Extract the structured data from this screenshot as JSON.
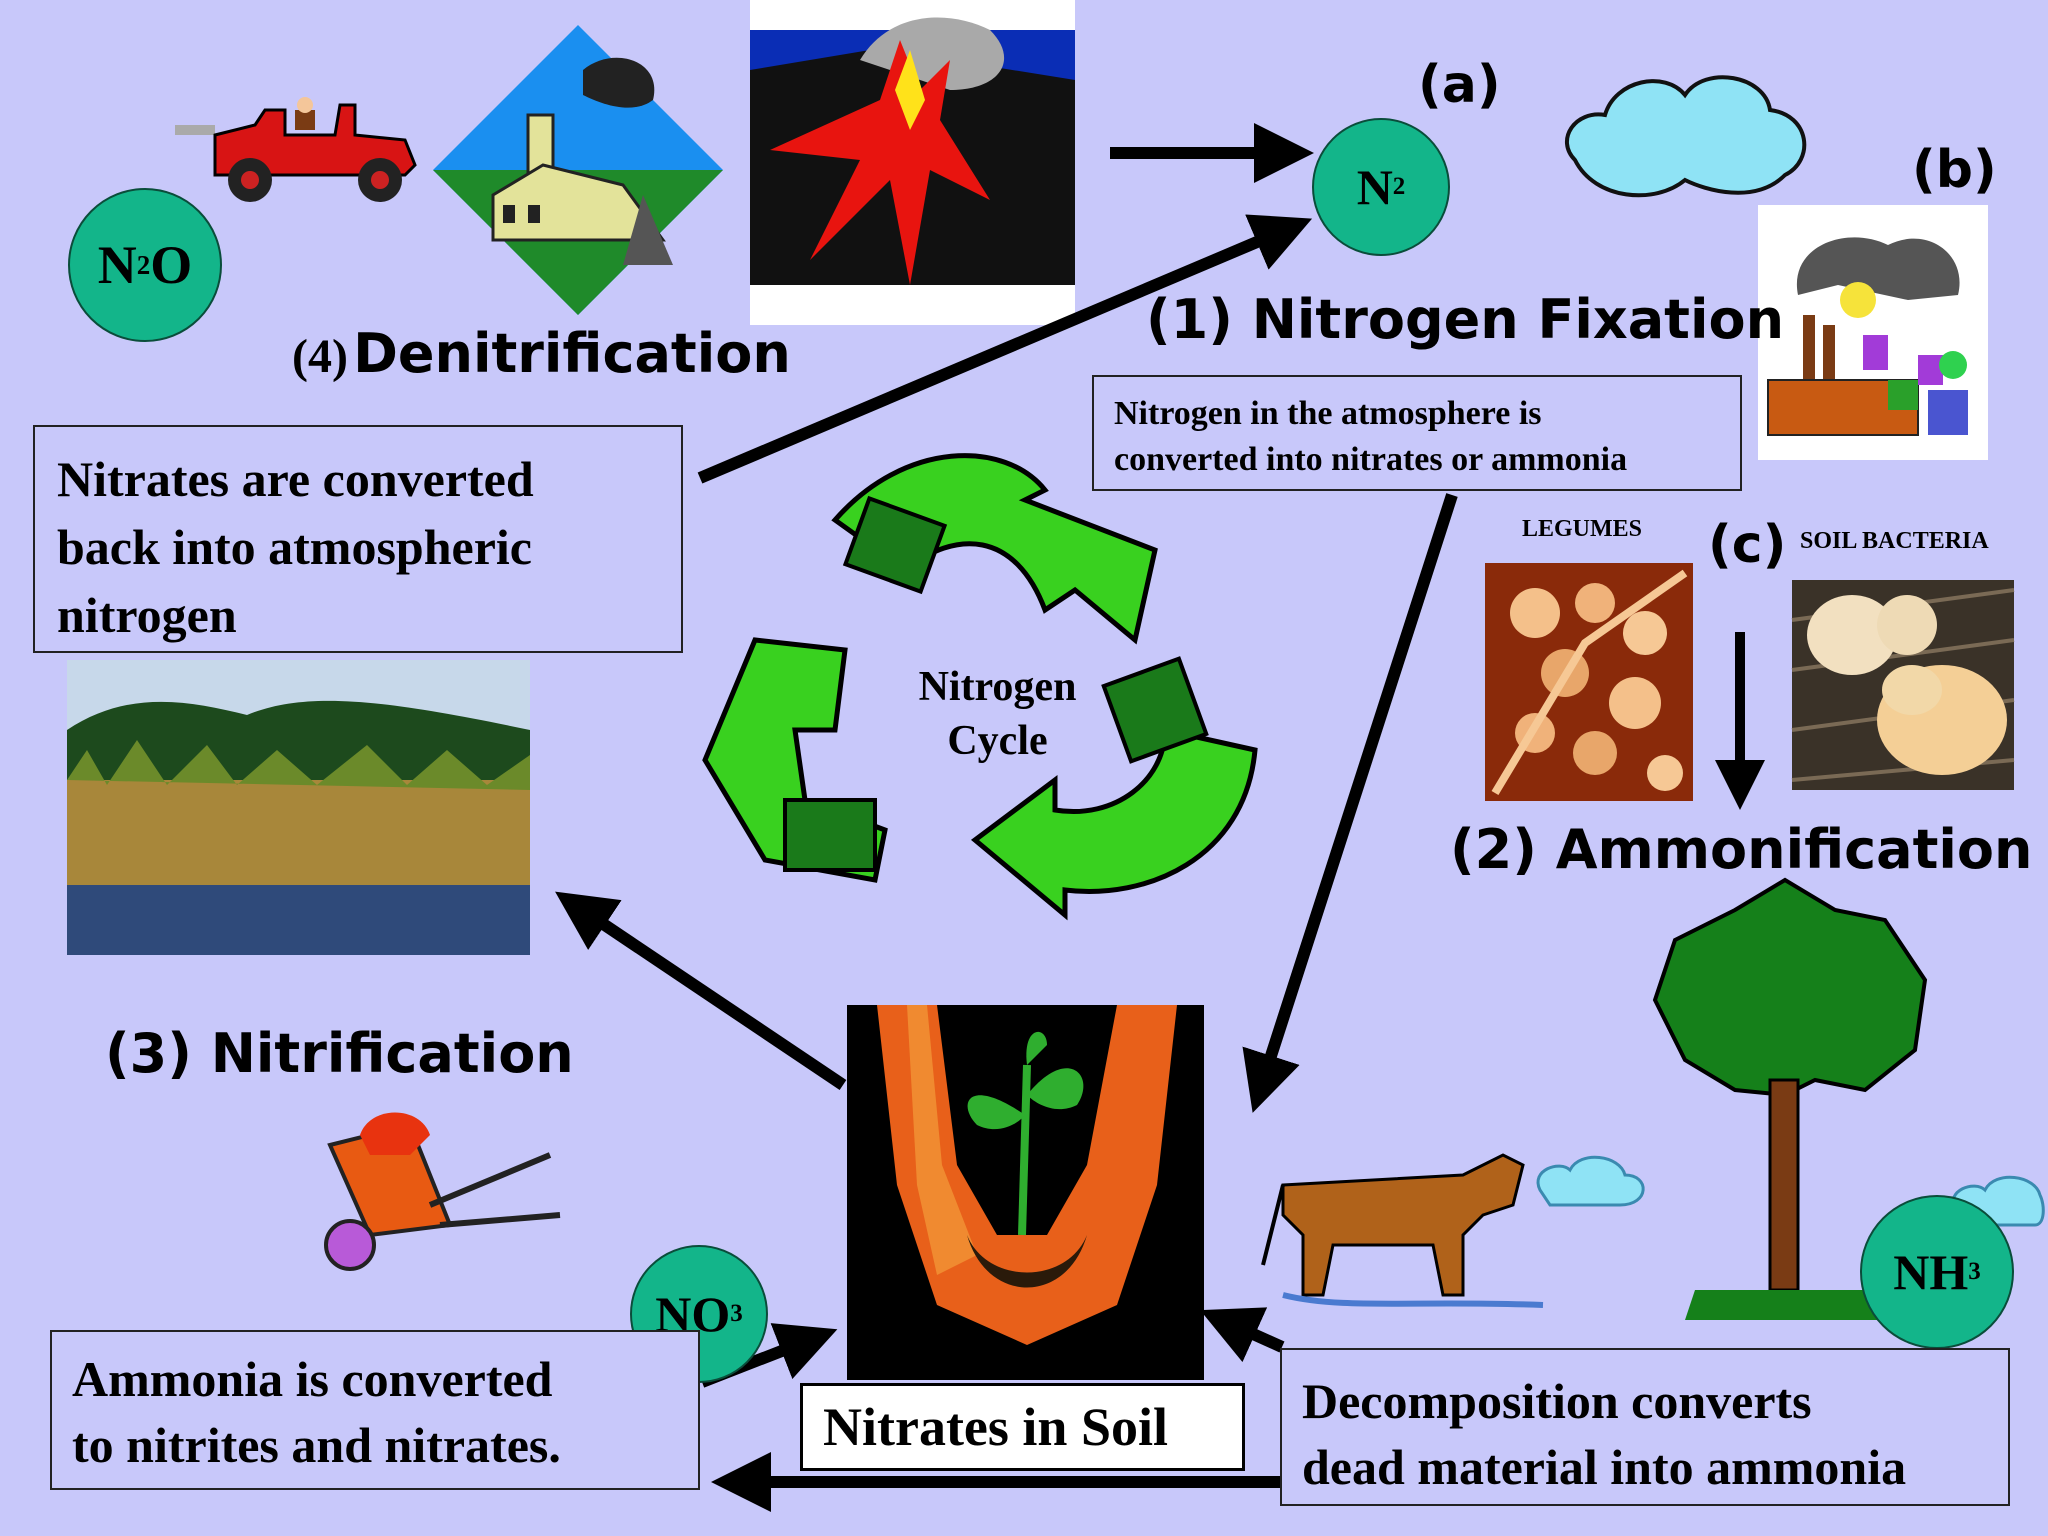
{
  "badges": {
    "n2o": {
      "main": "N",
      "sub": "2",
      "tail": "O"
    },
    "n2": {
      "main": "N",
      "sub": "2",
      "tail": ""
    },
    "no3": {
      "main": "NO",
      "sub": "3",
      "tail": ""
    },
    "nh3": {
      "main": "NH",
      "sub": "3",
      "tail": ""
    }
  },
  "labels": {
    "a": "(a)",
    "b": "(b)",
    "c": "(c)",
    "legumes": "LEGUMES",
    "soil_bacteria": "SOIL BACTERIA"
  },
  "steps": {
    "fixation_title": "(1) Nitrogen Fixation",
    "fixation_desc_line1": "Nitrogen in the atmosphere is",
    "fixation_desc_line2": "converted into nitrates or ammonia",
    "ammonification_title": "(2) Ammonification",
    "nitrification_title": "(3) Nitrification",
    "denitrification_num": "(4)",
    "denitrification_title": "Denitrification"
  },
  "boxes": {
    "denitrification_line1": "Nitrates are converted",
    "denitrification_line2": "back into atmospheric",
    "denitrification_line3": "nitrogen",
    "nitrification_line1": "Ammonia is converted",
    "nitrification_line2": "to nitrites and nitrates.",
    "decomposition_line1": "Decomposition converts",
    "decomposition_line2": "dead material into ammonia",
    "nitrates_soil": "Nitrates in Soil"
  },
  "center": {
    "line1": "Nitrogen",
    "line2": "Cycle"
  },
  "colors": {
    "background": "#c8c8fa",
    "badge": "#13b58a",
    "arrow": "#000000",
    "recycle": "#39d11f"
  }
}
